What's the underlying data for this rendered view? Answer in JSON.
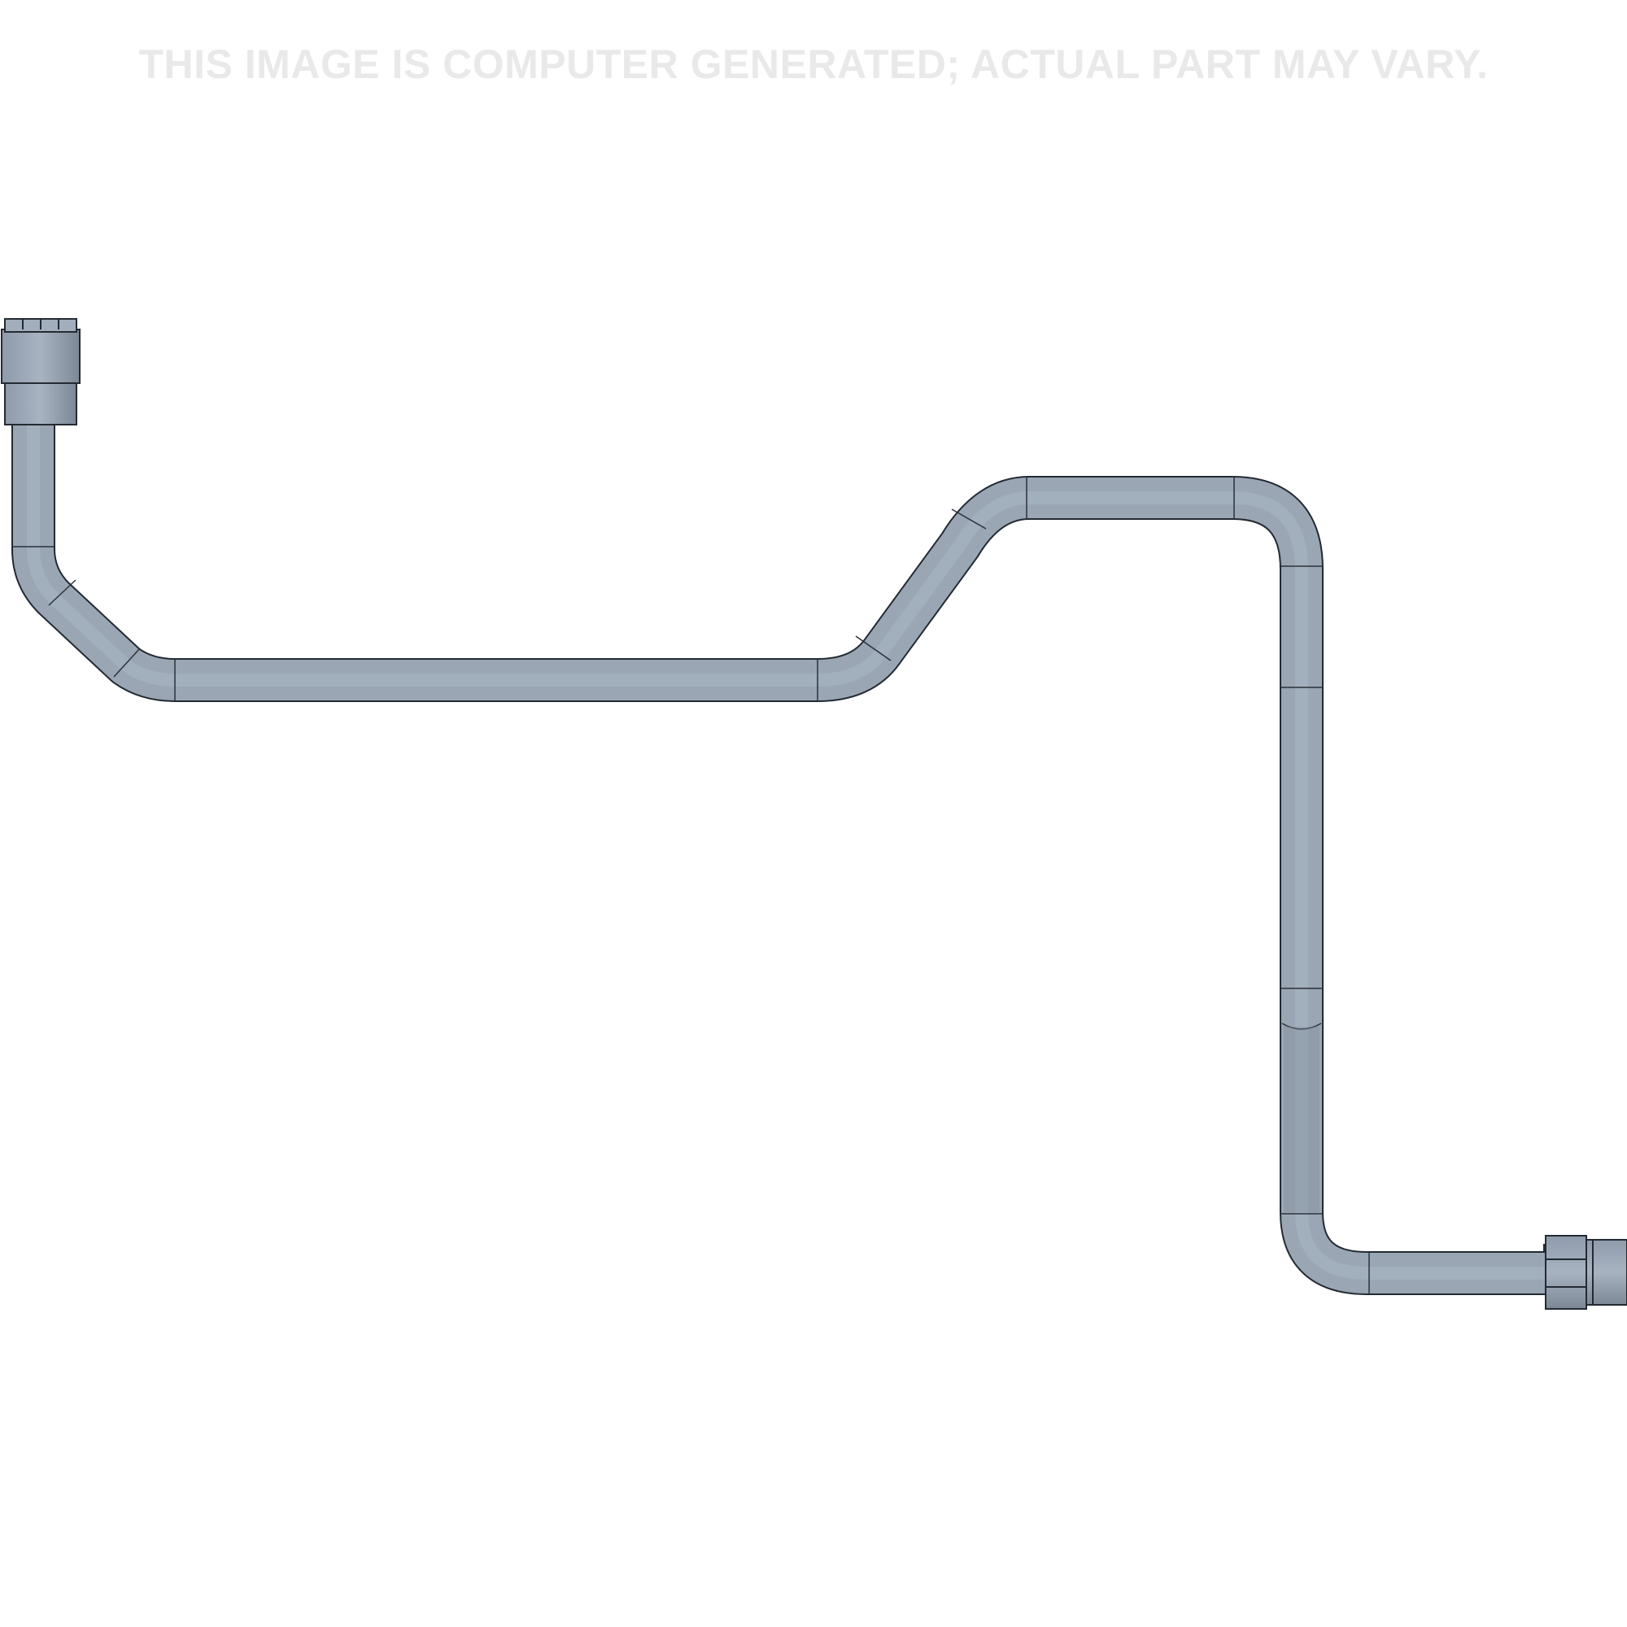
{
  "disclaimer": "THIS IMAGE IS COMPUTER GENERATED; ACTUAL PART MAY VARY.",
  "colors": {
    "background": "#ffffff",
    "disclaimer_text": "#e9e9e9",
    "tube_body": "#9aa6b4",
    "tube_highlight": "#aab6c4",
    "tube_shadow": "#6e7886",
    "outline": "#222831"
  },
  "part": {
    "name": "bent-metal-tube-assembly",
    "fittings": [
      "left-nut-fitting",
      "right-nut-fitting"
    ]
  }
}
